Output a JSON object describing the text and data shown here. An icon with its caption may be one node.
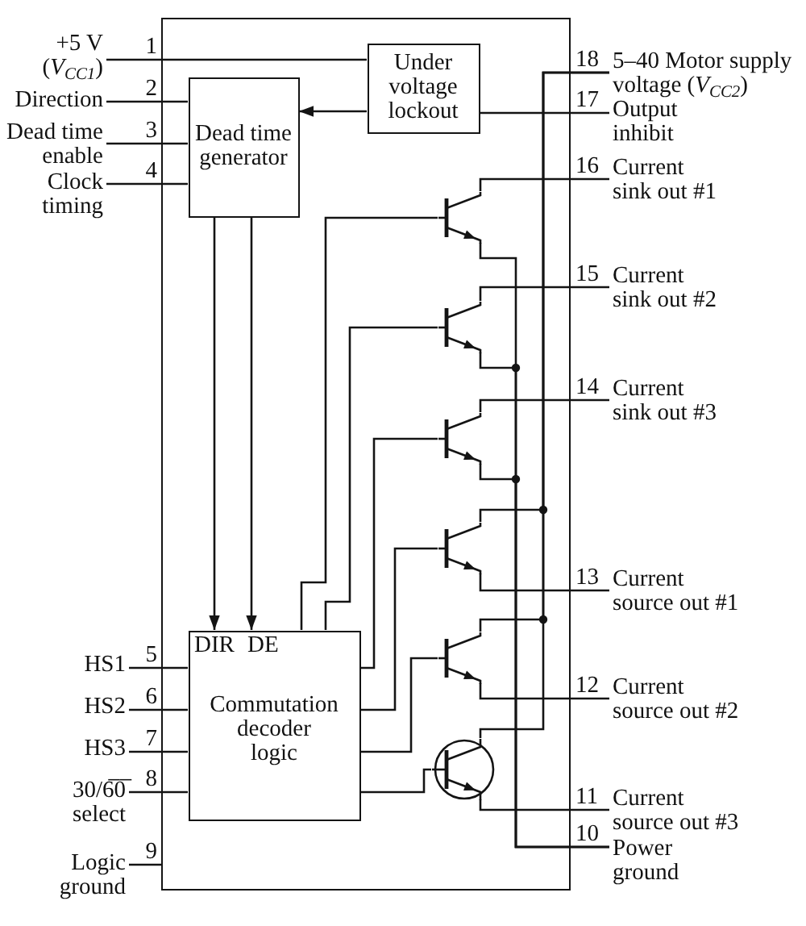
{
  "diagram": {
    "nodes": [
      {
        "text": [],
        "shape": "box"
      },
      {
        "text": [
          "Under voltage lockout"
        ],
        "in": 0
      },
      {
        "text": [
          "Dead time generator"
        ],
        "in": 0
      },
      {
        "text": [
          "DIR",
          "DE",
          "Commutation decoder logic"
        ],
        "in": 0
      },
      {
        "text": [],
        "shape": "transistor",
        "in": 0
      },
      {
        "text": [],
        "shape": "transistor",
        "in": 0
      },
      {
        "text": [],
        "shape": "transistor",
        "in": 0
      },
      {
        "text": [],
        "shape": "transistor",
        "in": 0
      },
      {
        "text": [],
        "shape": "transistor",
        "in": 0
      },
      {
        "text": [],
        "shape": "transistor",
        "in": 0
      },
      {
        "text": [
          "+5 V (*V*$_{CC1}$)"
        ]
      },
      {
        "text": [
          "Direction"
        ]
      },
      {
        "text": [
          "Dead time enable"
        ]
      },
      {
        "text": [
          "Clock timing"
        ]
      },
      {
        "text": [
          "HS1"
        ]
      },
      {
        "text": [
          "HS2"
        ]
      },
      {
        "text": [
          "HS3"
        ]
      },
      {
        "text": [
          "30/6̅0̅ select"
        ]
      },
      {
        "text": [
          "Logic ground"
        ]
      },
      {
        "text": [
          "5–40 Motor supply voltage (*V*$_{CC2}$)"
        ]
      },
      {
        "text": [
          "Output inhibit"
        ]
      },
      {
        "text": [
          "Current sink out #1"
        ]
      },
      {
        "text": [
          "Current sink out #2"
        ]
      },
      {
        "text": [
          "Current sink out #3"
        ]
      },
      {
        "text": [
          "Current source out #1"
        ]
      },
      {
        "text": [
          "Current source out #2"
        ]
      },
      {
        "text": [
          "Current source out #3"
        ]
      },
      {
        "text": [
          "Power ground"
        ]
      }
    ],
    "edges": [
      {
        "from": 10,
        "to": 1,
        "arrow": "none",
        "label": "1"
      },
      {
        "from": 11,
        "to": 2,
        "arrow": "none",
        "label": "2"
      },
      {
        "from": 12,
        "to": 2,
        "arrow": "none",
        "label": "3"
      },
      {
        "from": 13,
        "to": 2,
        "arrow": "none",
        "label": "4"
      },
      {
        "from": 1,
        "to": 2,
        "arrow": "to"
      },
      {
        "from": 20,
        "to": 1,
        "arrow": "none",
        "label": "17"
      },
      {
        "from": 2,
        "to": 3,
        "arrow": "to"
      },
      {
        "from": 2,
        "to": 3,
        "arrow": "to"
      },
      {
        "from": 14,
        "to": 3,
        "arrow": "none",
        "label": "5"
      },
      {
        "from": 15,
        "to": 3,
        "arrow": "none",
        "label": "6"
      },
      {
        "from": 16,
        "to": 3,
        "arrow": "none",
        "label": "7"
      },
      {
        "from": 17,
        "to": 3,
        "arrow": "none",
        "label": "8"
      },
      {
        "from": 18,
        "to": 0,
        "arrow": "none",
        "label": "9"
      },
      {
        "from": 3,
        "to": 4,
        "arrow": "none"
      },
      {
        "from": 3,
        "to": 5,
        "arrow": "none"
      },
      {
        "from": 3,
        "to": 6,
        "arrow": "none"
      },
      {
        "from": 3,
        "to": 7,
        "arrow": "none"
      },
      {
        "from": 3,
        "to": 8,
        "arrow": "none"
      },
      {
        "from": 3,
        "to": 9,
        "arrow": "none"
      },
      {
        "from": 4,
        "to": 21,
        "arrow": "none",
        "label": "16"
      },
      {
        "from": 5,
        "to": 22,
        "arrow": "none",
        "label": "15"
      },
      {
        "from": 6,
        "to": 23,
        "arrow": "none",
        "label": "14"
      },
      {
        "from": 19,
        "to": 7,
        "arrow": "none",
        "label": "18"
      },
      {
        "from": 19,
        "to": 8,
        "arrow": "none"
      },
      {
        "from": 19,
        "to": 9,
        "arrow": "none"
      },
      {
        "from": 7,
        "to": 24,
        "arrow": "none",
        "label": "13"
      },
      {
        "from": 8,
        "to": 25,
        "arrow": "none",
        "label": "12"
      },
      {
        "from": 9,
        "to": 26,
        "arrow": "none",
        "label": "11"
      },
      {
        "from": 4,
        "to": 27,
        "arrow": "none",
        "label": "10"
      },
      {
        "from": 5,
        "to": 27,
        "arrow": "none"
      },
      {
        "from": 6,
        "to": 27,
        "arrow": "none"
      }
    ]
  }
}
